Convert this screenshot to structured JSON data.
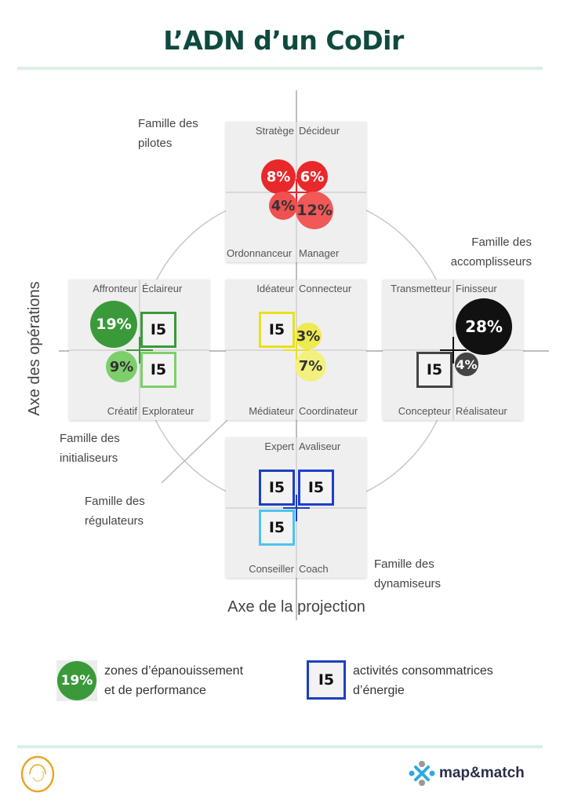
{
  "title": "L’ADN d’un CoDir",
  "families": {
    "pilotes": [
      "Famille des",
      "pilotes"
    ],
    "accomplisseurs": [
      "Famille des",
      "accomplisseurs"
    ],
    "initialiseurs": [
      "Famille des",
      "initialiseurs"
    ],
    "regulateurs": [
      "Famille des",
      "régulateurs"
    ],
    "dynamiseurs": [
      "Famille des",
      "dynamiseurs"
    ]
  },
  "axes": {
    "vertical": "Axe des opérations",
    "horizontal": "Axe de la projection"
  },
  "boxes": {
    "top": {
      "tl": "Stratège",
      "tr": "Décideur",
      "bl": "Ordonnanceur",
      "br": "Manager",
      "values": [
        "8%",
        "6%",
        "4%",
        "12%"
      ]
    },
    "left": {
      "tl": "Affronteur",
      "tr": "Éclaireur",
      "bl": "Créatif",
      "br": "Explorateur",
      "values": [
        "19%",
        "9%",
        "I5",
        "I5"
      ]
    },
    "center": {
      "tl": "Idéateur",
      "tr": "Connecteur",
      "bl": "Médiateur",
      "br": "Coordinateur",
      "values": [
        "I5",
        "3%",
        "7%"
      ]
    },
    "right": {
      "tl": "Transmetteur",
      "tr": "Finisseur",
      "bl": "Concepteur",
      "br": "Réalisateur",
      "values": [
        "28%",
        "4%",
        "I5"
      ]
    },
    "bottom": {
      "tl": "Expert",
      "tr": "Avaliseur",
      "bl": "Conseiller",
      "br": "Coach",
      "values": [
        "I5",
        "I5",
        "I5"
      ]
    }
  },
  "legend": {
    "bubble_value": "19%",
    "bubble_text": [
      "zones d’épanouissement",
      "et de performance"
    ],
    "square_value": "I5",
    "square_text": [
      "activités consommatrices",
      "d’énergie"
    ]
  },
  "footer": {
    "brand_left": "logo",
    "brand": "map&match"
  },
  "colors": {
    "title": "#0f4a3f",
    "red": "#e8282a",
    "green": "#3a9a3a",
    "yellow": "#e8e020",
    "black": "#111111",
    "blue": "#1d3fbf",
    "lightblue": "#4ec3f0"
  }
}
